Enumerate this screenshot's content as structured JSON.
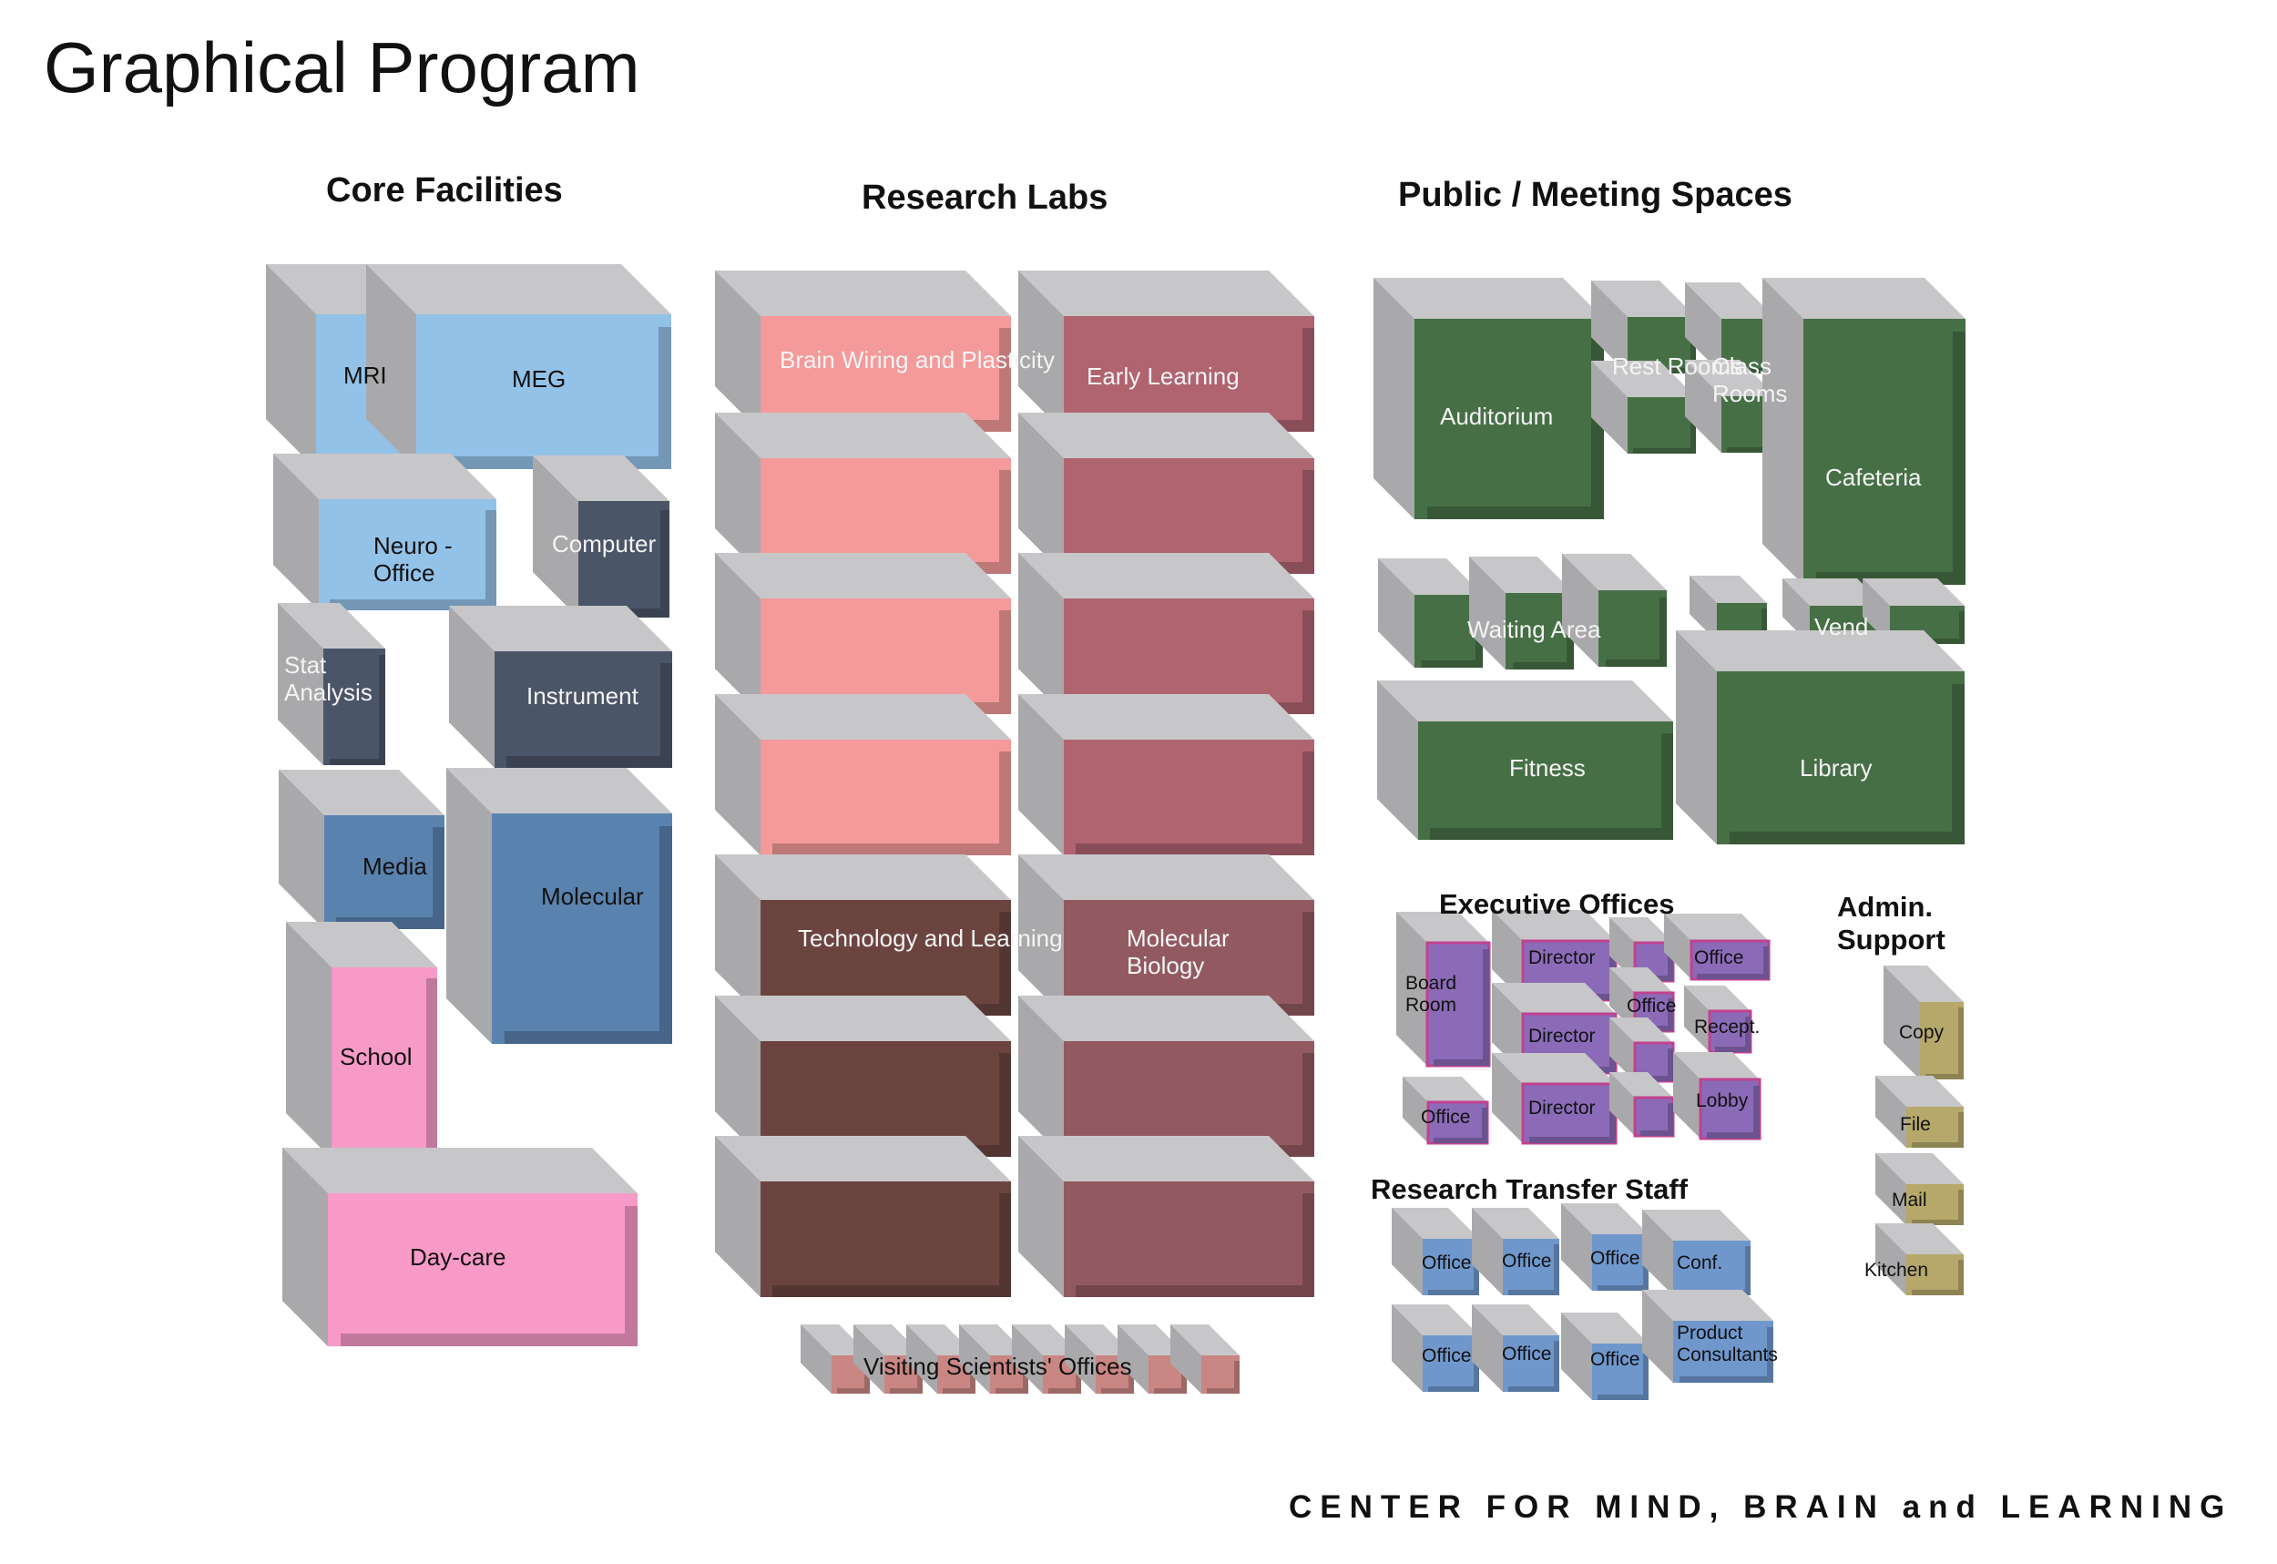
{
  "title": "Graphical Program",
  "footer": "CENTER FOR MIND, BRAIN and LEARNING",
  "sections": {
    "core": "Core Facilities",
    "labs": "Research Labs",
    "public": "Public / Meeting Spaces",
    "executive": "Executive Offices",
    "admin": "Admin.\nSupport",
    "transfer": "Research  Transfer  Staff"
  },
  "colors": {
    "shadow": "#c7c7c9",
    "shadow_dark": "#a9a9ab",
    "light_blue": "#93c2e8",
    "dark_slate": "#4b5568",
    "mid_blue": "#5a82ae",
    "pink": "#f79ac8",
    "salmon": "#f49a9a",
    "rose": "#b06470",
    "brown": "#6b4440",
    "mauve": "#925a60",
    "green": "#466f45",
    "purple": "#8b6bb8",
    "purple_border": "#c0428f",
    "staff_blue": "#6f97cc",
    "khaki": "#b5a86a",
    "visitor": "#c98683"
  },
  "core": {
    "mri": "MRI",
    "meg": "MEG",
    "neuro_office": "Neuro -\nOffice",
    "computer": "Computer",
    "stat_analysis": "Stat\nAnalysis",
    "instrument": "Instrument",
    "media": "Media",
    "molecular": "Molecular",
    "school": "School",
    "daycare": "Day-care"
  },
  "labs": {
    "brain_wiring": "Brain Wiring and Plasticity",
    "early_learning": "Early Learning",
    "technology": "Technology and Learning",
    "molecular_biology": "Molecular\nBiology",
    "visiting": "Visiting Scientists' Offices"
  },
  "public": {
    "auditorium": "Auditorium",
    "rest_rooms": "Rest Rooms",
    "class_rooms": "Class\nRooms",
    "cafeteria": "Cafeteria",
    "waiting_area": "Waiting Area",
    "vend": "Vend",
    "fitness": "Fitness",
    "library": "Library"
  },
  "executive": {
    "board_room": "Board\nRoom",
    "director_1": "Director",
    "director_2": "Director",
    "director_3": "Director",
    "office_top": "Office",
    "office_mid": "Office",
    "office_low": "Office",
    "recept": "Recept.",
    "lobby": "Lobby"
  },
  "admin": {
    "copy": "Copy",
    "file": "File",
    "mail": "Mail",
    "kitchen": "Kitchen"
  },
  "transfer": {
    "office_1": "Office",
    "office_2": "Office",
    "office_3": "Office",
    "conf": "Conf.",
    "office_4": "Office",
    "office_5": "Office",
    "office_6": "Office",
    "product_consultants": "Product\nConsultants"
  }
}
